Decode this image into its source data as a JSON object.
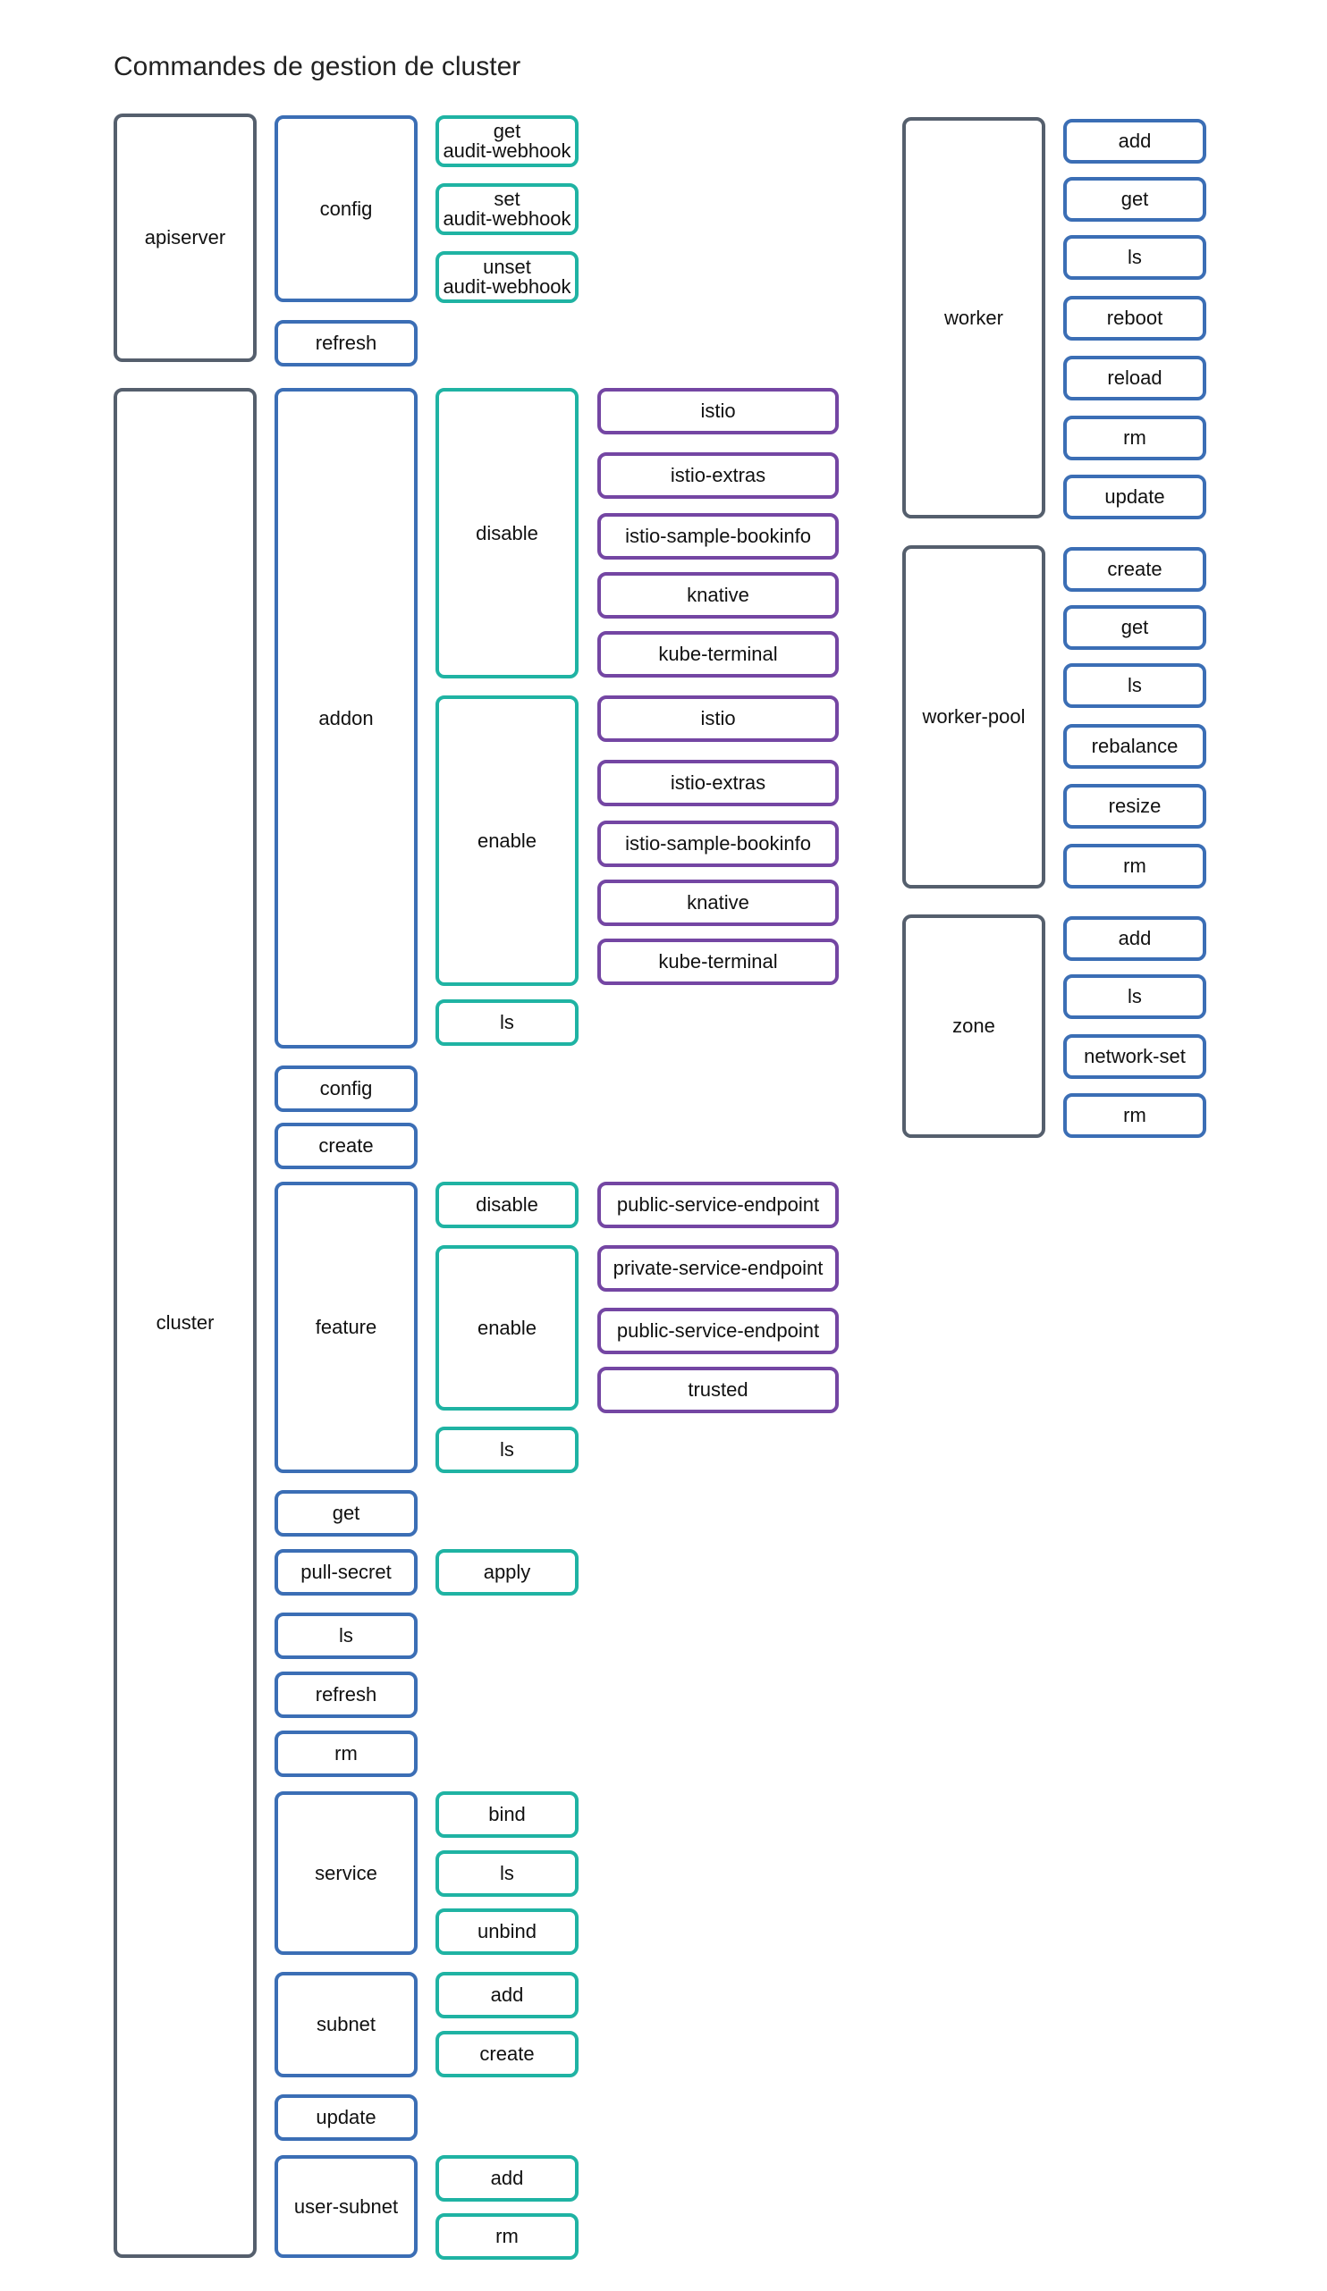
{
  "title": "Commandes de gestion de cluster",
  "colors": {
    "level1": "#555f6d",
    "level2": "#3b6eb5",
    "level3": "#1fb3a3",
    "level4": "#7446a3"
  },
  "tree": [
    {
      "label": "apiserver",
      "level": 1,
      "children": [
        {
          "label": "config",
          "level": 2,
          "children": [
            {
              "label": "get\naudit-webhook",
              "level": 3
            },
            {
              "label": "set\naudit-webhook",
              "level": 3
            },
            {
              "label": "unset\naudit-webhook",
              "level": 3
            }
          ]
        },
        {
          "label": "refresh",
          "level": 2
        }
      ]
    },
    {
      "label": "cluster",
      "level": 1,
      "children": [
        {
          "label": "addon",
          "level": 2,
          "children": [
            {
              "label": "disable",
              "level": 3,
              "children": [
                {
                  "label": "istio",
                  "level": 4
                },
                {
                  "label": "istio-extras",
                  "level": 4
                },
                {
                  "label": "istio-sample-bookinfo",
                  "level": 4
                },
                {
                  "label": "knative",
                  "level": 4
                },
                {
                  "label": "kube-terminal",
                  "level": 4
                }
              ]
            },
            {
              "label": "enable",
              "level": 3,
              "children": [
                {
                  "label": "istio",
                  "level": 4
                },
                {
                  "label": "istio-extras",
                  "level": 4
                },
                {
                  "label": "istio-sample-bookinfo",
                  "level": 4
                },
                {
                  "label": "knative",
                  "level": 4
                },
                {
                  "label": "kube-terminal",
                  "level": 4
                }
              ]
            },
            {
              "label": "ls",
              "level": 3
            }
          ]
        },
        {
          "label": "config",
          "level": 2
        },
        {
          "label": "create",
          "level": 2
        },
        {
          "label": "feature",
          "level": 2,
          "children": [
            {
              "label": "disable",
              "level": 3,
              "children": [
                {
                  "label": "public-service-endpoint",
                  "level": 4
                }
              ]
            },
            {
              "label": "enable",
              "level": 3,
              "children": [
                {
                  "label": "private-service-endpoint",
                  "level": 4
                },
                {
                  "label": "public-service-endpoint",
                  "level": 4
                },
                {
                  "label": "trusted",
                  "level": 4
                }
              ]
            },
            {
              "label": "ls",
              "level": 3
            }
          ]
        },
        {
          "label": "get",
          "level": 2
        },
        {
          "label": "pull-secret",
          "level": 2,
          "children": [
            {
              "label": "apply",
              "level": 3
            }
          ]
        },
        {
          "label": "ls",
          "level": 2
        },
        {
          "label": "refresh",
          "level": 2
        },
        {
          "label": "rm",
          "level": 2
        },
        {
          "label": "service",
          "level": 2,
          "children": [
            {
              "label": "bind",
              "level": 3
            },
            {
              "label": "ls",
              "level": 3
            },
            {
              "label": "unbind",
              "level": 3
            }
          ]
        },
        {
          "label": "subnet",
          "level": 2,
          "children": [
            {
              "label": "add",
              "level": 3
            },
            {
              "label": "create",
              "level": 3
            }
          ]
        },
        {
          "label": "update",
          "level": 2
        },
        {
          "label": "user-subnet",
          "level": 2,
          "children": [
            {
              "label": "add",
              "level": 3
            },
            {
              "label": "rm",
              "level": 3
            }
          ]
        }
      ]
    },
    {
      "label": "worker",
      "level": 1,
      "children": [
        {
          "label": "add",
          "level": 2
        },
        {
          "label": "get",
          "level": 2
        },
        {
          "label": "ls",
          "level": 2
        },
        {
          "label": "reboot",
          "level": 2
        },
        {
          "label": "reload",
          "level": 2
        },
        {
          "label": "rm",
          "level": 2
        },
        {
          "label": "update",
          "level": 2
        }
      ]
    },
    {
      "label": "worker-pool",
      "level": 1,
      "children": [
        {
          "label": "create",
          "level": 2
        },
        {
          "label": "get",
          "level": 2
        },
        {
          "label": "ls",
          "level": 2
        },
        {
          "label": "rebalance",
          "level": 2
        },
        {
          "label": "resize",
          "level": 2
        },
        {
          "label": "rm",
          "level": 2
        }
      ]
    },
    {
      "label": "zone",
      "level": 1,
      "children": [
        {
          "label": "add",
          "level": 2
        },
        {
          "label": "ls",
          "level": 2
        },
        {
          "label": "network-set",
          "level": 2
        },
        {
          "label": "rm",
          "level": 2
        }
      ]
    }
  ]
}
